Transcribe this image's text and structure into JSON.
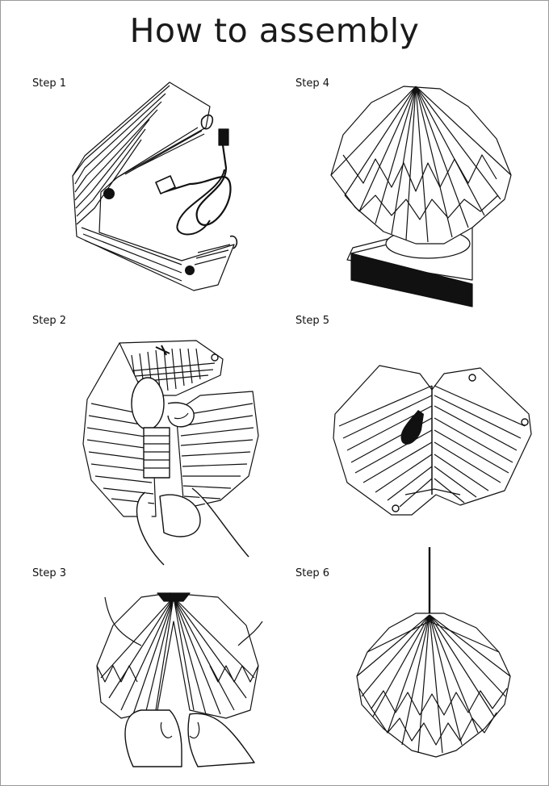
{
  "title": "How to assembly",
  "steps": [
    {
      "label": "Step 1"
    },
    {
      "label": "Step 2"
    },
    {
      "label": "Step 3"
    },
    {
      "label": "Step 4"
    },
    {
      "label": "Step 5"
    },
    {
      "label": "Step 6"
    }
  ],
  "colors": {
    "ink": "#111111",
    "paper": "#ffffff",
    "border": "#9a9a9a"
  }
}
